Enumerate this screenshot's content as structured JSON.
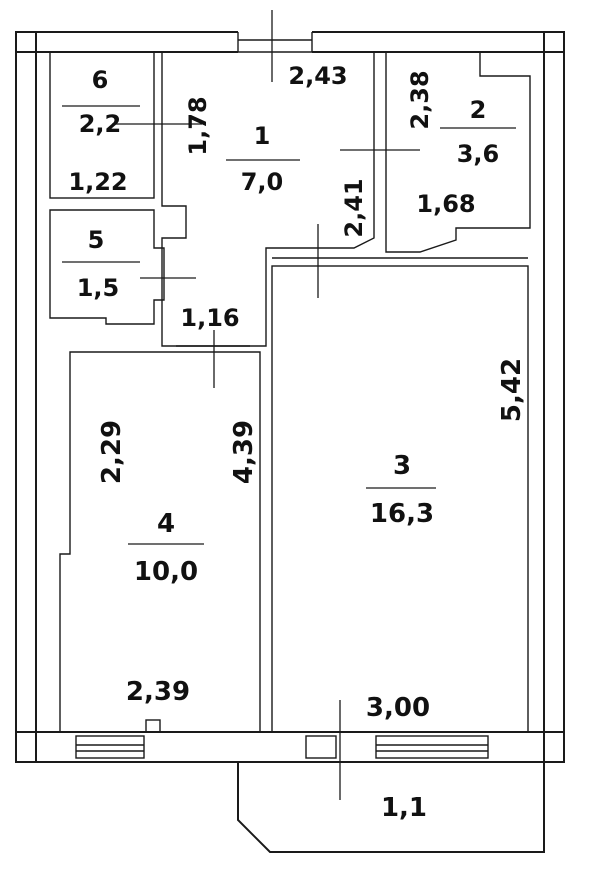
{
  "rooms": [
    {
      "id": "1",
      "number": "1",
      "area": "7,0"
    },
    {
      "id": "2",
      "number": "2",
      "area": "3,6"
    },
    {
      "id": "3",
      "number": "3",
      "area": "16,3"
    },
    {
      "id": "4",
      "number": "4",
      "area": "10,0"
    },
    {
      "id": "5",
      "number": "5",
      "area": "1,5"
    },
    {
      "id": "6",
      "number": "6",
      "area": "2,2"
    }
  ],
  "dimensions": {
    "r1_width": "2,43",
    "r1_height_left": "1,78",
    "r1_height_right": "2,41",
    "r1_bottom": "1,16",
    "r2_height": "2,38",
    "r2_width": "1,68",
    "r3_height": "5,42",
    "r3_width": "3,00",
    "r4_height_left": "2,29",
    "r4_height_right": "4,39",
    "r4_width": "2,39",
    "r6_width": "1,22",
    "r5_area_only": "",
    "balcony_area": "1,1"
  },
  "colors": {
    "line": "#1a1a1a",
    "text": "#111111",
    "background": "#ffffff"
  }
}
